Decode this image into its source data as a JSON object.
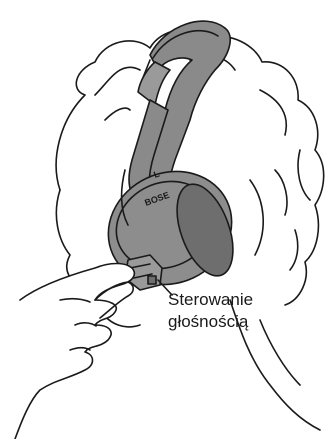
{
  "callout": {
    "line1": "Sterowanie",
    "line2": "głośnością"
  },
  "brand_mark": "BOSE",
  "earcup_marker": "L",
  "colors": {
    "line": "#1a1a1a",
    "headband": "#8a8a8a",
    "earcup": "#8d8d8d",
    "earcup_dark": "#6e6e6e",
    "background": "#ffffff"
  }
}
